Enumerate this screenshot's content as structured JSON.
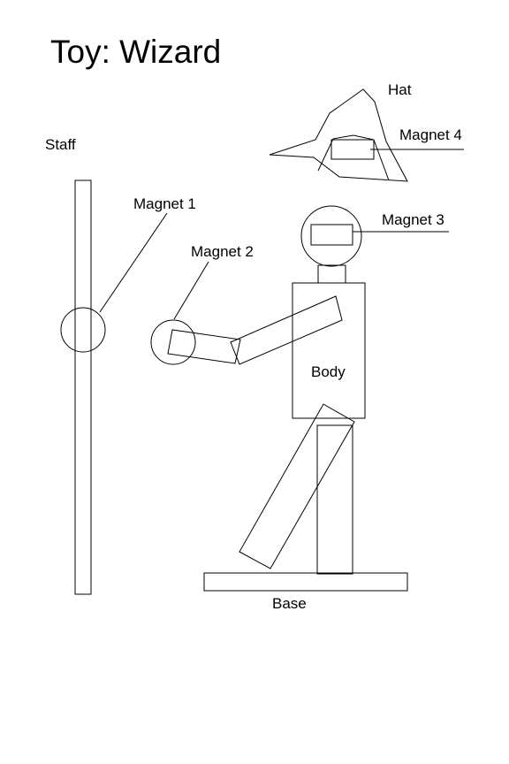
{
  "title": "Toy: Wizard",
  "labels": {
    "staff": "Staff",
    "hat": "Hat",
    "magnet1": "Magnet 1",
    "magnet2": "Magnet 2",
    "magnet3": "Magnet 3",
    "magnet4": "Magnet 4",
    "body": "Body",
    "base": "Base"
  },
  "colors": {
    "stroke": "#000000",
    "background": "#ffffff"
  }
}
